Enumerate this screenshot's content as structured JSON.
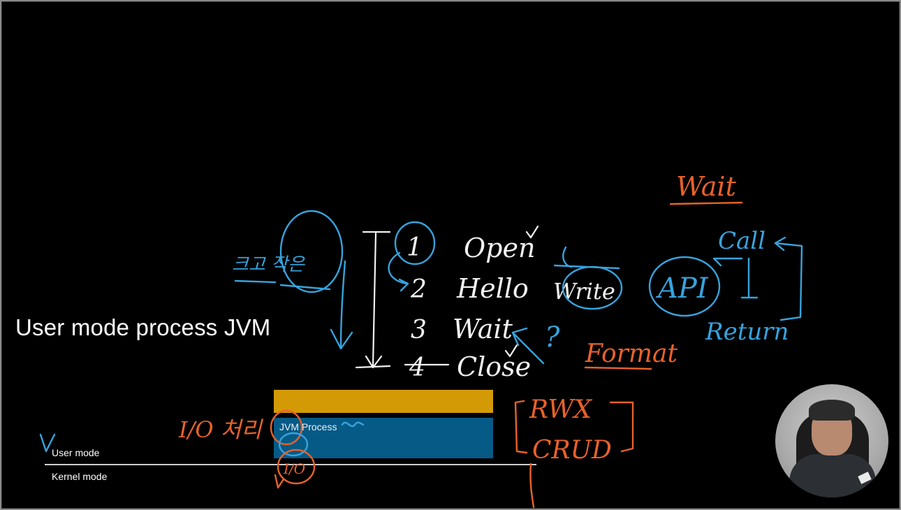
{
  "slide": {
    "title": "User mode process JVM",
    "jvm_label": "JVM Process",
    "user_mode_label": "User mode",
    "kernel_mode_label": "Kernel mode"
  },
  "handwriting": {
    "steps": [
      {
        "num": "1",
        "text": "Open"
      },
      {
        "num": "2",
        "text": "Hello"
      },
      {
        "num": "3",
        "text": "Wait"
      },
      {
        "num": "4",
        "text": "Close"
      }
    ],
    "write": "Write",
    "api": "API",
    "call": "Call",
    "return": "Return",
    "wait_top": "Wait",
    "format": "Format",
    "rwx": "RWX",
    "crud": "CRUD",
    "io": "I/O 처리",
    "korean_left": "크고 작은",
    "io_badge": "I/O"
  },
  "colors": {
    "background": "#000000",
    "bar_orange": "#d39a06",
    "bar_blue": "#065a86",
    "ink_blue": "#37a3dd",
    "ink_orange": "#e8622a",
    "ink_white": "#f2f2f2"
  }
}
